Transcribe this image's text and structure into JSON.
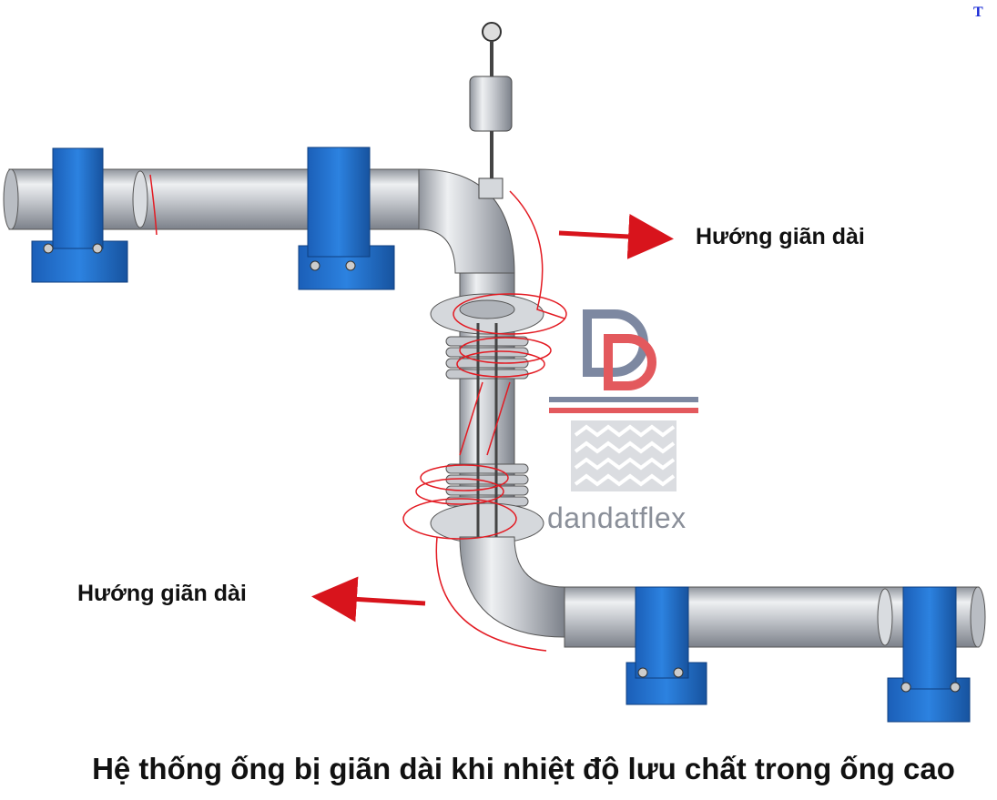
{
  "corner_mark": "T",
  "labels": {
    "expansion_right": "Hướng giãn dài",
    "expansion_left": "Hướng giãn dài"
  },
  "caption": "Hệ thống ống bị giãn dài khi nhiệt độ lưu chất trong ống cao",
  "watermark": {
    "brand_text": "dandatflex",
    "logo_letters": "DD"
  },
  "colors": {
    "arrow": "#d8141c",
    "support_blue": "#1e6fd0",
    "pipe_steel": "#c9ccd1",
    "displaced_outline": "#e31b23",
    "watermark_blue": "#6f7c97",
    "watermark_red": "#e0484c"
  }
}
